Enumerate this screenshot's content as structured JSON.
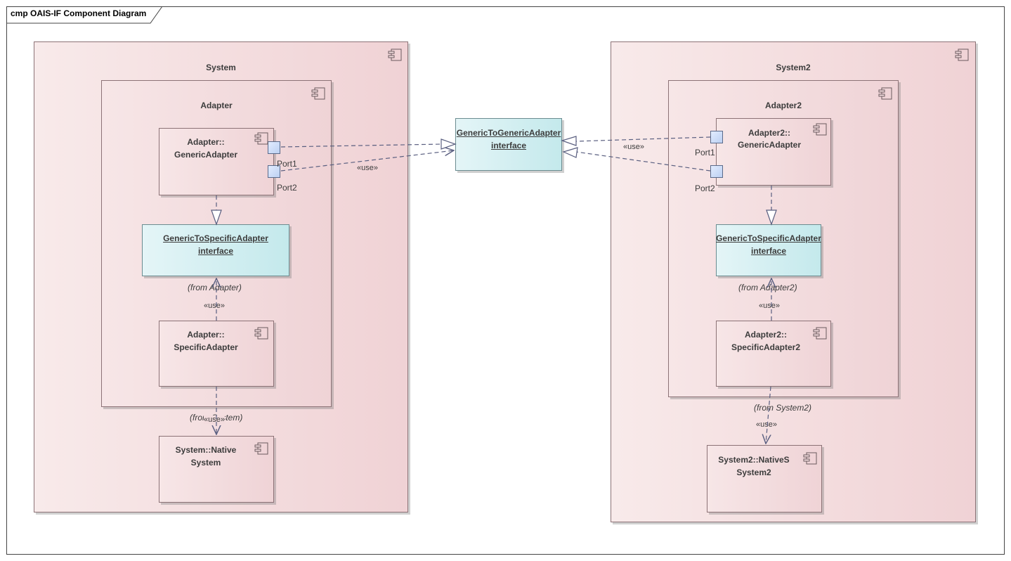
{
  "diagram": {
    "title": "cmp OAIS-IF Component Diagram"
  },
  "left": {
    "system_label": "System",
    "adapter_label": "Adapter",
    "generic_adapter": [
      "Adapter::",
      "GenericAdapter"
    ],
    "port1": "Port1",
    "port2": "Port2",
    "interface_name": "GenericToSpecificAdapter",
    "interface_kind": "interface",
    "interface_from": "(from Adapter)",
    "use1": "«use»",
    "specific_adapter": [
      "Adapter::",
      "SpecificAdapter"
    ],
    "from_system": "(from System)",
    "use2": "«use»",
    "native": [
      "System::Native",
      "System"
    ]
  },
  "center": {
    "interface_name": "GenericToGenericAdapter",
    "interface_kind": "interface",
    "use_left": "«use»",
    "use_right": "«use»"
  },
  "right": {
    "system_label": "System2",
    "adapter_label": "Adapter2",
    "generic_adapter": [
      "Adapter2::",
      "GenericAdapter"
    ],
    "port1": "Port1",
    "port2": "Port2",
    "interface_name": "GenericToSpecificAdapter",
    "interface_kind": "interface",
    "interface_from": "(from Adapter2)",
    "use1": "«use»",
    "specific_adapter": [
      "Adapter2::",
      "SpecificAdapter2"
    ],
    "from_system": "(from System2)",
    "use2": "«use»",
    "native": [
      "System2::NativeS",
      "System2"
    ]
  }
}
